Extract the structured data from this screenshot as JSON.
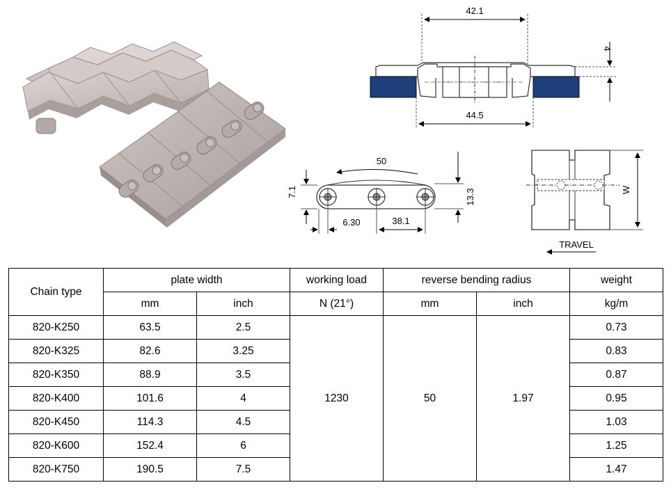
{
  "drawing": {
    "top_width": "42.1",
    "bottom_width": "44.5",
    "plate_thickness": "4",
    "pitch_bend": "50",
    "height_left": "7.1",
    "height_right": "13.3",
    "offset": "6.30",
    "pitch": "38.1",
    "width_symbol": "W",
    "travel_label": "TRAVEL"
  },
  "table": {
    "headers": {
      "chain_type": "Chain type",
      "plate_width": "plate width",
      "working_load": "working load",
      "reverse_bending_radius": "reverse bending radius",
      "weight": "weight"
    },
    "units": {
      "pw_mm": "mm",
      "pw_inch": "inch",
      "load": "N (21°)",
      "rb_mm": "mm",
      "rb_inch": "inch",
      "weight": "kg/m"
    },
    "shared": {
      "working_load": "1230",
      "radius_mm": "50",
      "radius_inch": "1.97"
    },
    "rows": [
      {
        "type": "820-K250",
        "mm": "63.5",
        "inch": "2.5",
        "weight": "0.73"
      },
      {
        "type": "820-K325",
        "mm": "82.6",
        "inch": "3.25",
        "weight": "0.83"
      },
      {
        "type": "820-K350",
        "mm": "88.9",
        "inch": "3.5",
        "weight": "0.87"
      },
      {
        "type": "820-K400",
        "mm": "101.6",
        "inch": "4",
        "weight": "0.95"
      },
      {
        "type": "820-K450",
        "mm": "114.3",
        "inch": "4.5",
        "weight": "1.03"
      },
      {
        "type": "820-K600",
        "mm": "152.4",
        "inch": "6",
        "weight": "1.25"
      },
      {
        "type": "820-K750",
        "mm": "190.5",
        "inch": "7.5",
        "weight": "1.47"
      }
    ]
  },
  "colors": {
    "plate": "#c9bfbd",
    "plate_dark": "#a89d9b",
    "plate_light": "#ddd5d3",
    "wear_strip": "#1f3f7a",
    "line": "#555555"
  }
}
